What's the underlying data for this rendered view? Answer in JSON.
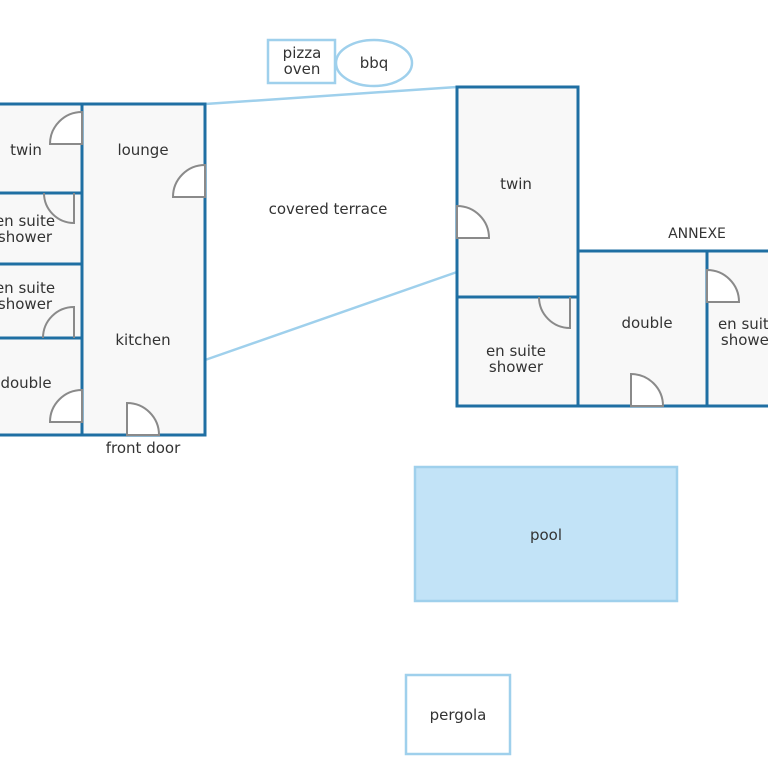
{
  "labels": {
    "pizza_oven_1": "pizza",
    "pizza_oven_2": "oven",
    "bbq": "bbq",
    "twin_left": "twin",
    "lounge": "lounge",
    "ensuite_left_top_1": "en suite",
    "ensuite_left_top_2": "shower",
    "ensuite_left_bottom_1": "en suite",
    "ensuite_left_bottom_2": "shower",
    "kitchen": "kitchen",
    "double_left": "double",
    "front_door": "front door",
    "covered_terrace": "covered terrace",
    "twin_right": "twin",
    "ensuite_right_1": "en suite",
    "ensuite_right_2": "shower",
    "annexe": "ANNEXE",
    "double_right": "double",
    "ensuite_annexe_1": "en suite",
    "ensuite_annexe_2": "shower",
    "pool": "pool",
    "pergola": "pergola"
  },
  "colors": {
    "wall": "#1f6fa3",
    "light_outline": "#9fd0ec",
    "pool_fill": "#c2e3f7",
    "door": "#8a8a8a",
    "room_fill": "#f8f8f8"
  }
}
